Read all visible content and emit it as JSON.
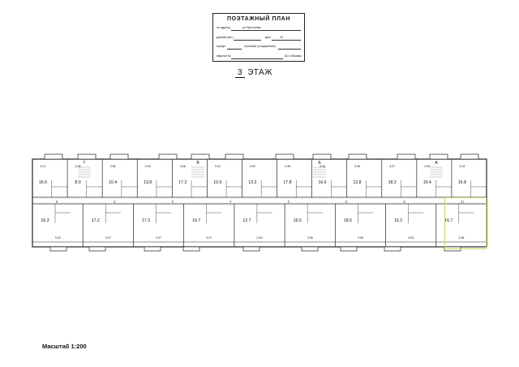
{
  "stamp": {
    "title": "ПОЭТАЖНЫЙ ПЛАН",
    "address_label": "по адресу:",
    "address_value": "ул.Прогонная",
    "house_label": "домовл.(вл.)",
    "house_num_label": "дом",
    "house_num": "13",
    "korpus_label": "корпус",
    "building_label": "строение (сооружение)",
    "district_label": "квартал №",
    "district_suffix": "АО г.Москвы"
  },
  "floor": {
    "number": "3",
    "label": "ЭТАЖ"
  },
  "scale": "Масштаб 1:200",
  "colors": {
    "line": "#222222",
    "highlight": "#c2d962",
    "hatch": "#555555"
  },
  "plan": {
    "stair_letters": [
      "Г",
      "В",
      "Б",
      "А"
    ],
    "north_rooms": [
      {
        "area": "16.6",
        "dim": "3.01"
      },
      {
        "area": "8.0",
        "dim": "2.98"
      },
      {
        "area": "10.4",
        "dim": "2.96"
      },
      {
        "area": "13.8",
        "dim": "2.43"
      },
      {
        "area": "17.2",
        "dim": "3.06"
      },
      {
        "area": "10.6",
        "dim": "3.04"
      },
      {
        "area": "13.2",
        "dim": "2.62"
      },
      {
        "area": "17.8",
        "dim": "2.98"
      },
      {
        "area": "16.6",
        "dim": "3.04"
      },
      {
        "area": "12.8",
        "dim": "3.05"
      },
      {
        "area": "18.2",
        "dim": "3.07"
      },
      {
        "area": "10.4",
        "dim": "2.99"
      },
      {
        "area": "16.8",
        "dim": "3.03"
      }
    ],
    "south_rooms": [
      {
        "area": "16.3",
        "dim": "3.03"
      },
      {
        "area": "17.2",
        "dim": "3.07"
      },
      {
        "area": "17.3",
        "dim": "3.07"
      },
      {
        "area": "16.7",
        "dim": "3.07"
      },
      {
        "area": "12.7",
        "dim": "2.40"
      },
      {
        "area": "16.5",
        "dim": "3.06"
      },
      {
        "area": "18.5",
        "dim": "3.05"
      },
      {
        "area": "16.2",
        "dim": "3.03"
      },
      {
        "area": "16.7",
        "dim": "2.98"
      }
    ],
    "corridor_labels": [
      "8",
      "8",
      "9",
      "4",
      "5",
      "6",
      "8",
      "11"
    ]
  }
}
